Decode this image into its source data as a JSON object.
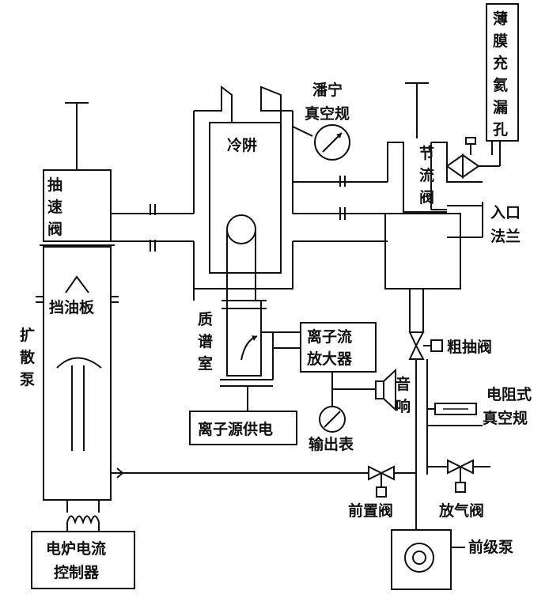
{
  "labels": {
    "film_helium_leak": [
      "薄",
      "膜",
      "充",
      "氦",
      "漏",
      "孔"
    ],
    "penning_gauge": [
      "潘宁",
      "真空规"
    ],
    "cold_trap": "冷阱",
    "throttle_valve": [
      "节",
      "流",
      "阀"
    ],
    "pumping_valve": [
      "抽",
      "速",
      "阀"
    ],
    "inlet_flange": [
      "入口",
      "法兰"
    ],
    "oil_baffle": "挡油板",
    "diffusion_pump": [
      "扩",
      "散",
      "泵"
    ],
    "mass_spectrometer": [
      "质",
      "谱",
      "室"
    ],
    "ion_amplifier": [
      "离子流",
      "放大器"
    ],
    "rough_valve": "粗抽阀",
    "speaker": [
      "音",
      "响"
    ],
    "resistance_gauge": [
      "电阻式",
      "真空规"
    ],
    "ion_source_power": "离子源供电",
    "output_meter": "输出表",
    "fore_valve": "前置阀",
    "vent_valve": "放气阀",
    "backing_pump": "前级泵",
    "furnace_controller": [
      "电炉电流",
      "控制器"
    ]
  },
  "colors": {
    "line": "#111111",
    "background": "#ffffff"
  }
}
